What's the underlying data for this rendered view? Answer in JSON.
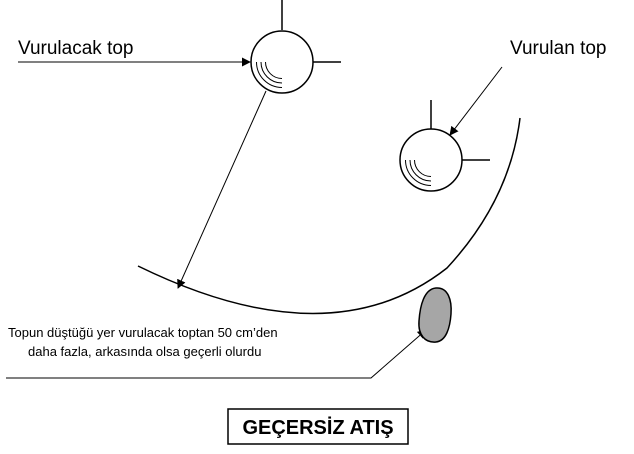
{
  "labels": {
    "cue_ball": "Vurulacak top",
    "target_ball": "Vurulan top",
    "note_line1": "Topun düştüğü yer vurulacak toptan 50 cm’den",
    "note_line2": "daha fazla, arkasında olsa geçerli olurdu",
    "verdict": "GEÇERSİZ ATIŞ"
  },
  "colors": {
    "ink": "#000000",
    "landing_fill": "#a6a6a6",
    "background": "#ffffff"
  }
}
